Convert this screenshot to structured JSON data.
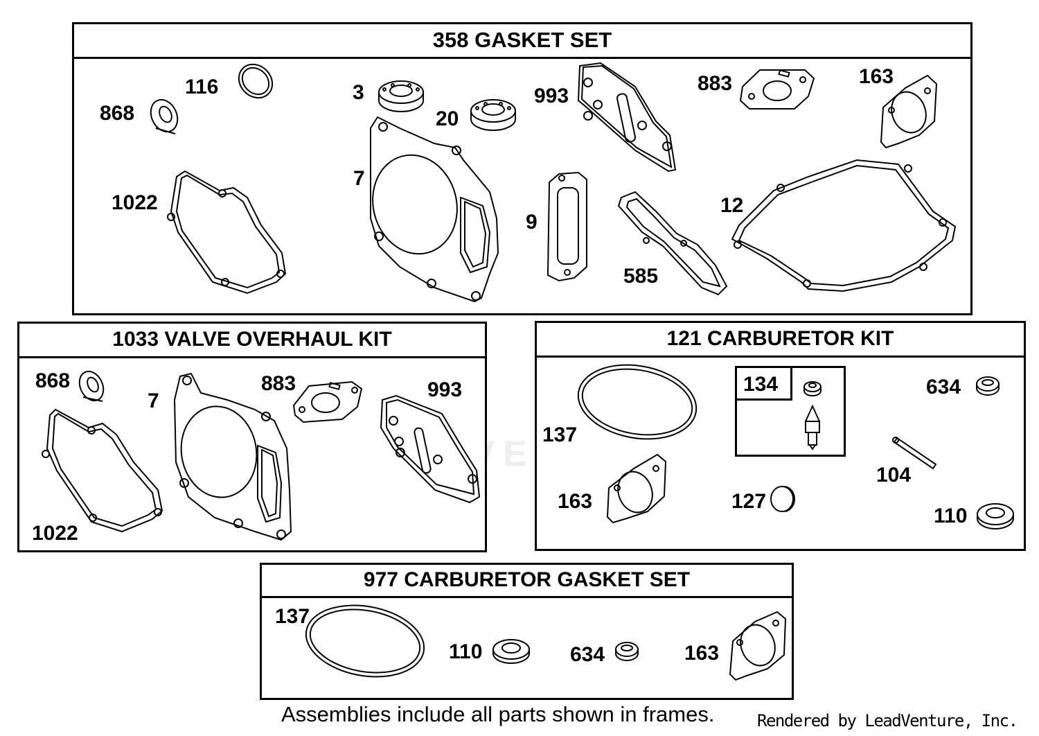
{
  "frames": {
    "gasket_set": {
      "title": "358 GASKET SET",
      "labels": [
        "868",
        "116",
        "3",
        "20",
        "993",
        "883",
        "163",
        "1022",
        "7",
        "9",
        "585",
        "12"
      ]
    },
    "valve_kit": {
      "title": "1033 VALVE OVERHAUL KIT",
      "labels": [
        "868",
        "7",
        "883",
        "993",
        "1022"
      ]
    },
    "carb_kit": {
      "title": "121 CARBURETOR KIT",
      "labels": [
        "137",
        "134",
        "634",
        "104",
        "163",
        "127",
        "110"
      ]
    },
    "carb_gasket_set": {
      "title": "977 CARBURETOR  GASKET SET",
      "labels": [
        "137",
        "110",
        "634",
        "163"
      ]
    }
  },
  "footer": {
    "note": "Assemblies include all parts shown in frames.",
    "credit": "Rendered by LeadVenture, Inc."
  },
  "watermark": "LEADVENTURE"
}
